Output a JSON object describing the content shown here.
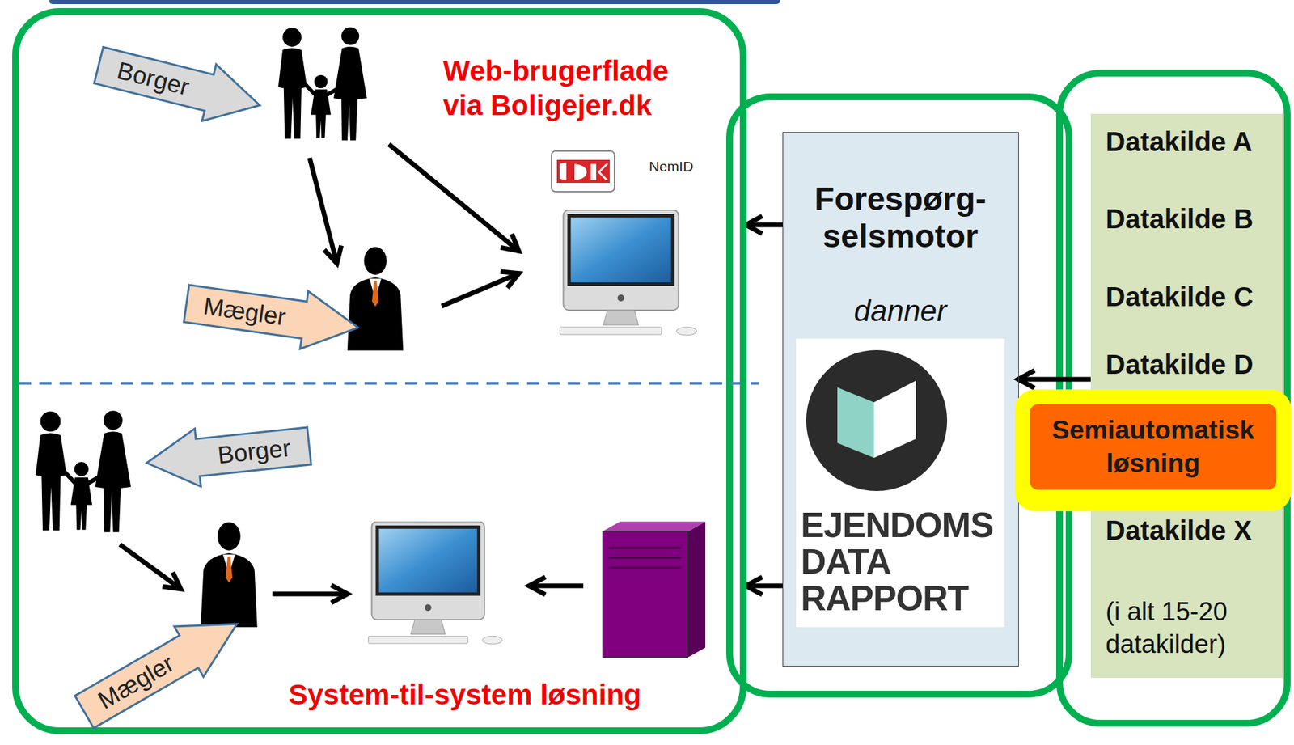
{
  "diagram": {
    "nodes": [
      {
        "text": [
          "Web-brugerflade via Boligejer.dk",
          "System-til-system løsning"
        ]
      },
      {
        "text": [
          "Borger"
        ],
        "in": 0
      },
      {
        "text": [
          "Mægler"
        ],
        "in": 0
      },
      {
        "text": [
          "Borger"
        ],
        "in": 0
      },
      {
        "text": [
          "Mægler"
        ],
        "in": 0
      },
      {
        "text": [
          "Forespørg- selsmotor",
          "danner",
          "EJENDOMS DATA RAPPORT"
        ]
      },
      {
        "text": [
          "Datakilde A",
          "Datakilde B",
          "Datakilde C",
          "Datakilde D",
          "Datakilde X",
          "(i alt 15-20 datakilder)"
        ]
      },
      {
        "text": [
          "Semiautomatisk løsning"
        ]
      }
    ],
    "edges": [
      {
        "from": 5,
        "to": 0,
        "arrow": "to"
      },
      {
        "from": 5,
        "to": 0,
        "arrow": "to"
      },
      {
        "from": 6,
        "to": 5,
        "arrow": "to"
      }
    ],
    "labels": [
      "NemID"
    ]
  }
}
